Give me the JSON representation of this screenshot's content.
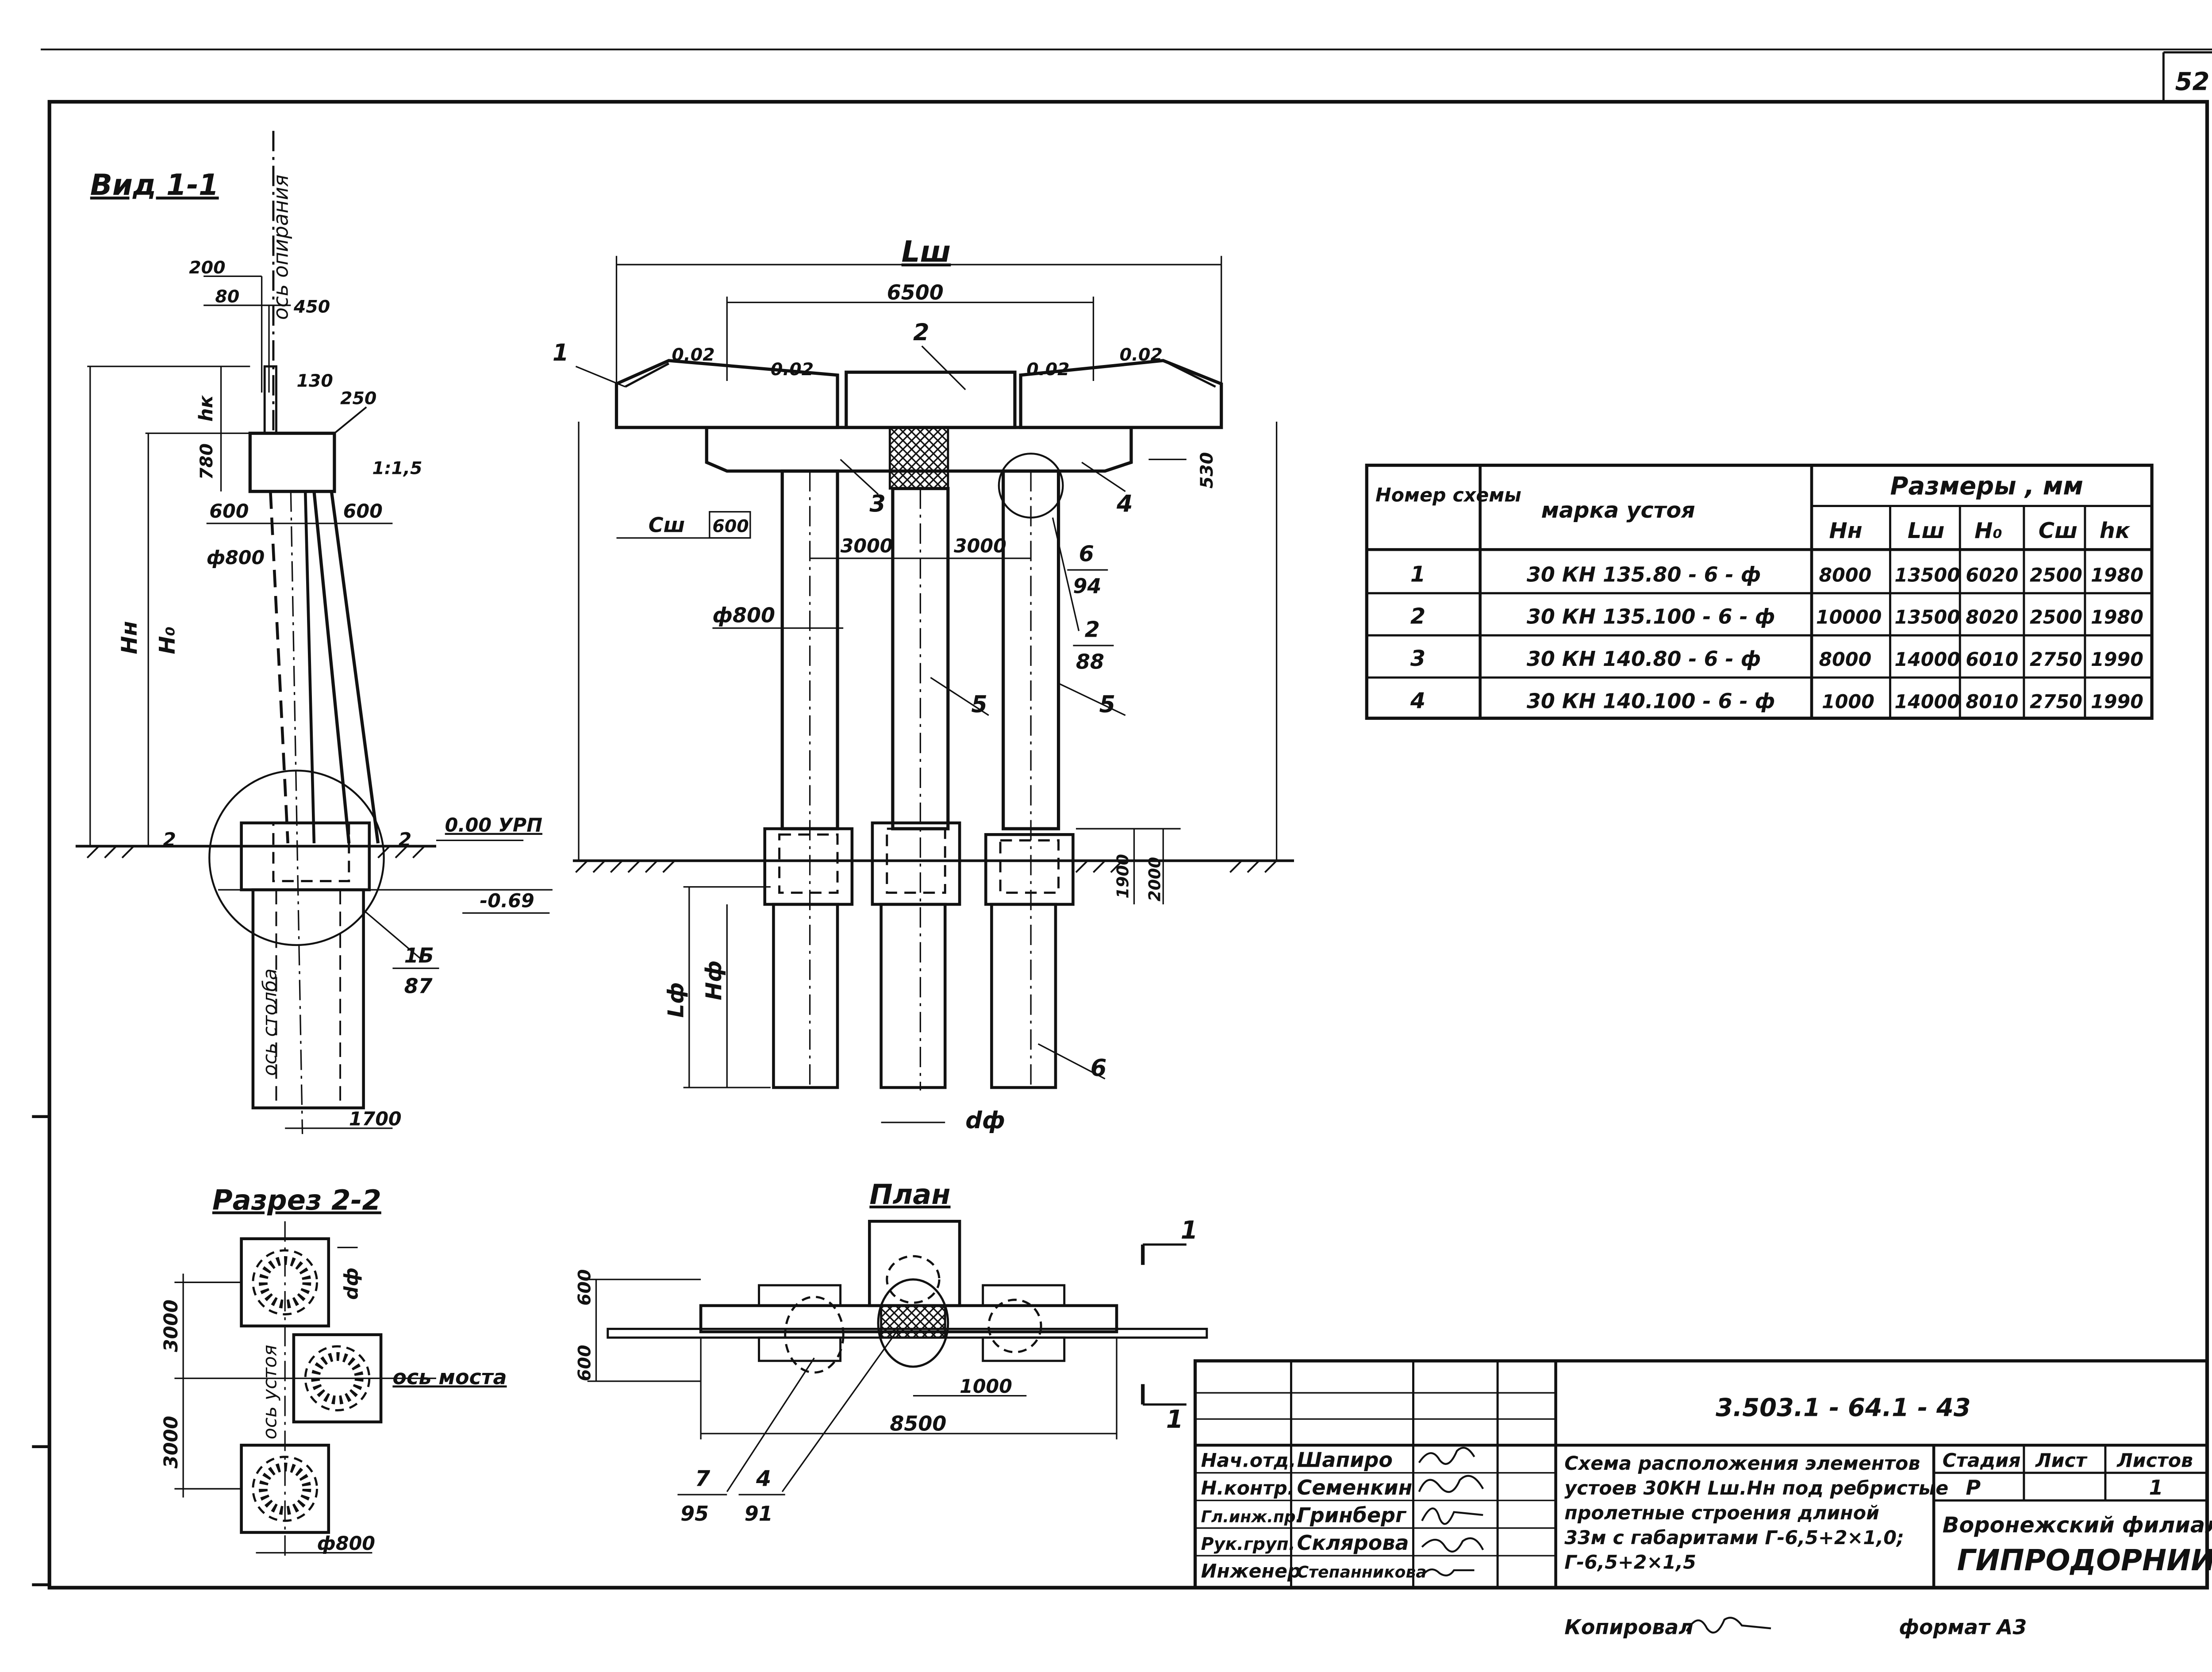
{
  "sheet": {
    "page_number": "52",
    "copied_by": "Копировал",
    "format": "формат A3"
  },
  "view_1_1": {
    "title": "Вид 1-1",
    "axis_support": "ось опирания",
    "axis_column": "ось столба",
    "dims": {
      "d200": "200",
      "d80": "80",
      "d450": "450",
      "d130": "130",
      "d250": "250",
      "slope": "1:1,5",
      "hk": "hк",
      "d780": "780",
      "d600a": "600",
      "d600b": "600",
      "phi800": "ф800",
      "Hn": "Нн",
      "Ho": "Н₀",
      "urp": "0.00 УРП",
      "minus069": "-0.69",
      "mark2a": "2",
      "mark2b": "2",
      "node_num": "1Б",
      "node_sheet": "87",
      "d1700": "1700"
    }
  },
  "elevation": {
    "dims": {
      "Lsh": "Lш",
      "d6500": "6500",
      "s002a": "0.02",
      "s002b": "0.02",
      "s002c": "0.02",
      "s002d": "0.02",
      "Csh": "Сш",
      "d600": "600",
      "d3000a": "3000",
      "d3000b": "3000",
      "phi800": "ф800",
      "d530": "530",
      "d2000": "2000",
      "d1900": "1900",
      "Lphi": "Lф",
      "Hphi": "Нф",
      "dphi": "dф"
    },
    "callouts": {
      "c1": "1",
      "c2": "2",
      "c3": "3",
      "c4": "4",
      "c5a": "5",
      "c5b": "5",
      "c6": "6",
      "ref6_num": "6",
      "ref6_sheet": "94",
      "ref2_num": "2",
      "ref2_sheet": "88"
    }
  },
  "table": {
    "hdr_scheme": "Номер схемы",
    "hdr_mark": "марка устоя",
    "hdr_sizes": "Размеры , мм",
    "cols": [
      "Нн",
      "Lш",
      "Н₀",
      "Сш",
      "hк"
    ],
    "rows": [
      {
        "num": "1",
        "mark": "30 КН 135.80 - 6 - ф",
        "vals": [
          "8000",
          "13500",
          "6020",
          "2500",
          "1980"
        ]
      },
      {
        "num": "2",
        "mark": "30 КН 135.100 - 6 - ф",
        "vals": [
          "10000",
          "13500",
          "8020",
          "2500",
          "1980"
        ]
      },
      {
        "num": "3",
        "mark": "30 КН 140.80 - 6 - ф",
        "vals": [
          "8000",
          "14000",
          "6010",
          "2750",
          "1990"
        ]
      },
      {
        "num": "4",
        "mark": "30 КН 140.100 - 6 - ф",
        "vals": [
          "1000",
          "14000",
          "8010",
          "2750",
          "1990"
        ]
      }
    ]
  },
  "section_2_2": {
    "title": "Разрез 2-2",
    "d3000a": "3000",
    "d3000b": "3000",
    "axis_abutment": "ось устоя",
    "axis_bridge": "ось моста",
    "dphi": "dф",
    "phi800": "ф800"
  },
  "plan": {
    "title": "План",
    "d600a": "600",
    "d600b": "600",
    "d1000": "1000",
    "d8500": "8500",
    "callout7_num": "7",
    "callout7_sheet": "95",
    "callout4_num": "4",
    "callout4_sheet": "91",
    "cut_1a": "1",
    "cut_1b": "1"
  },
  "title_block": {
    "doc_code": "3.503.1 - 64.1 - 43",
    "roles": [
      "Нач.отд.",
      "Н.контр.",
      "Гл.инж.пр.",
      "Рук.груп.",
      "Инженер"
    ],
    "names": [
      "Шапиро",
      "Семенкин",
      "Гринберг",
      "Склярова",
      "Степанникова"
    ],
    "description": [
      "Схема расположения элементов",
      "устоев 30КН Lш.Нн под ребристые",
      "пролетные строения длиной",
      "33м с габаритами Г-6,5+2×1,0;",
      "Г-6,5+2×1,5"
    ],
    "stage_hdr": "Стадия",
    "sheet_hdr": "Лист",
    "sheets_hdr": "Листов",
    "stage": "Р",
    "sheets": "1",
    "org_line1": "Воронежский филиал",
    "org_line2": "ГИПРОДОРНИИ"
  }
}
